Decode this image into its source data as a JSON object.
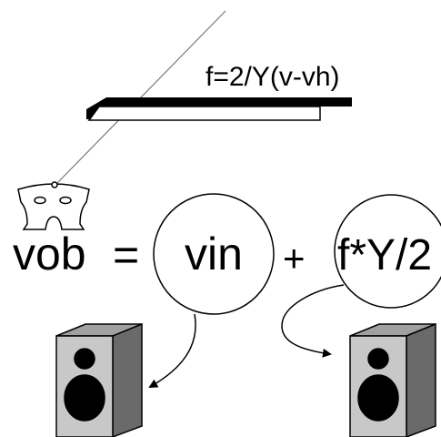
{
  "formula": "f=2/Y(v-vh)",
  "equation": {
    "lhs": "vob",
    "equals": "=",
    "term1": "vin",
    "plus": "+",
    "term2": "f*Y/2"
  },
  "icons": [
    "violin-bridge-icon",
    "speaker-left-icon",
    "speaker-right-icon"
  ],
  "colors": {
    "stroke": "#000000",
    "speaker_front": "#c8c8c8",
    "speaker_side": "#6a6a6a",
    "speaker_top": "#a0a0a0",
    "background": "#ffffff"
  }
}
